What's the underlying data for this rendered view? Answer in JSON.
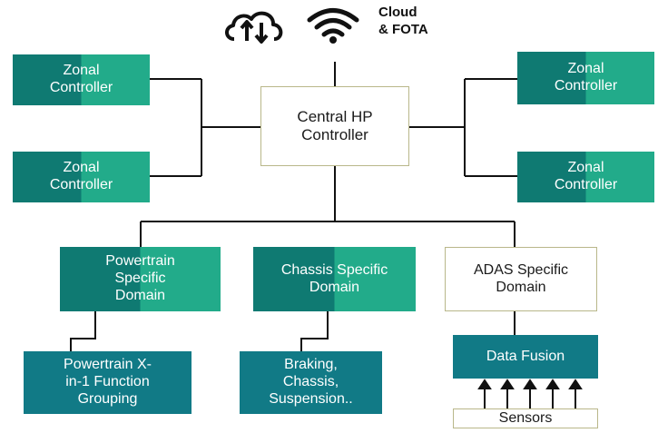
{
  "cloud": {
    "label": "Cloud\n& FOTA",
    "icons": [
      "cloud-upload-download-icon",
      "wifi-icon"
    ]
  },
  "central": {
    "label": "Central HP\nController"
  },
  "zonal": [
    {
      "label": "Zonal\nController"
    },
    {
      "label": "Zonal\nController"
    },
    {
      "label": "Zonal\nController"
    },
    {
      "label": "Zonal\nController"
    }
  ],
  "domains": {
    "powertrain": "Powertrain\nSpecific\nDomain",
    "chassis": "Chassis Specific\nDomain",
    "adas": "ADAS Specific\nDomain"
  },
  "sub": {
    "powertrain": "Powertrain X-\nin-1 Function\nGrouping",
    "chassis": "Braking,\nChassis,\nSuspension..",
    "fusion": "Data Fusion",
    "sensors": "Sensors"
  },
  "colors": {
    "teal_dark": "#0f7a72",
    "teal_light": "#22ab8a",
    "teal_block": "#117a86",
    "outline": "#b9b78a",
    "line": "#111111"
  }
}
